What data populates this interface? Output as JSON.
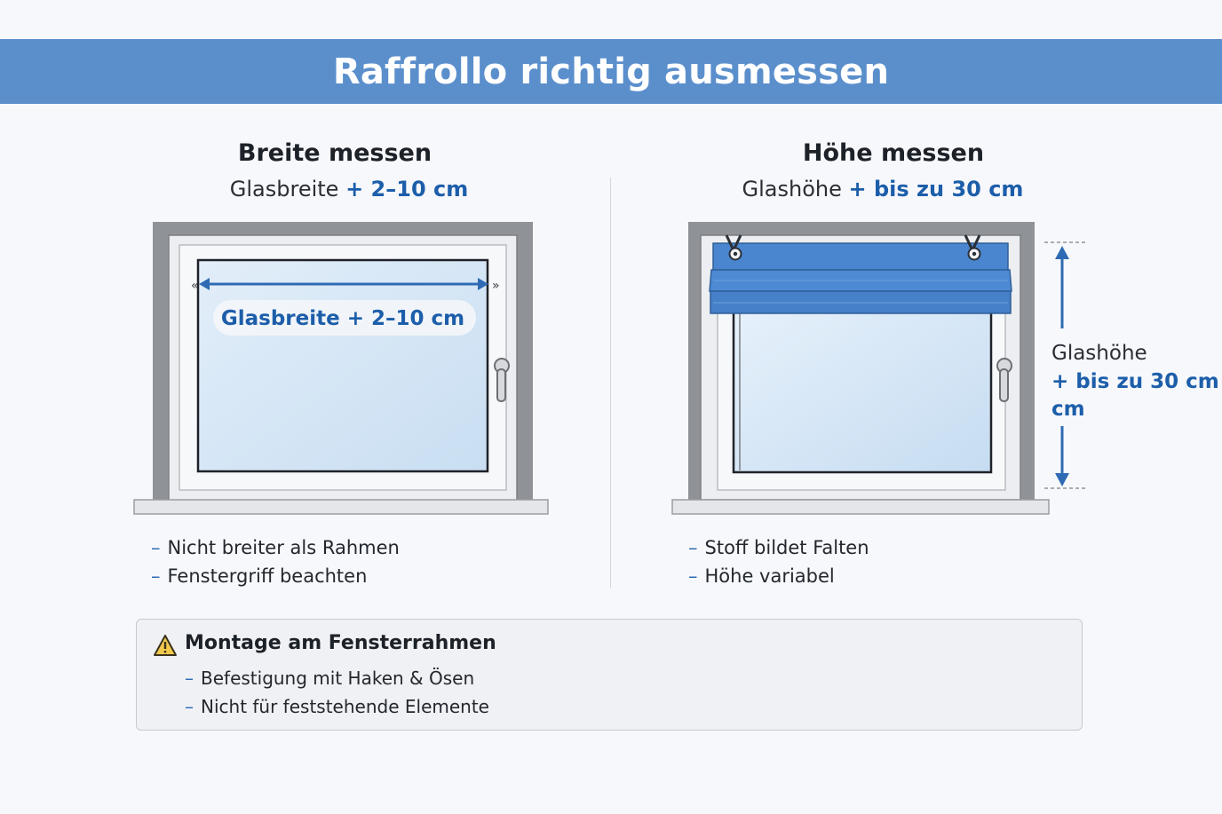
{
  "header": {
    "title": "Raffrollo richtig ausmessen"
  },
  "left": {
    "title": "Breite messen",
    "subtitle_plain": "Glasbreite",
    "subtitle_accent": "+ 2–10 cm",
    "diagram_label": "Glasbreite + 2–10 cm",
    "bullets": [
      "Nicht breiter als Rahmen",
      "Fenstergriff beachten"
    ]
  },
  "right": {
    "title": "Höhe messen",
    "subtitle_plain": "Glashöhe",
    "subtitle_accent": "+ bis zu 30 cm",
    "side_label_1": "Glashöhe",
    "side_label_2": "+ bis zu 30 cm",
    "side_label_3": "cm",
    "bullets": [
      "Stoff bildet Falten",
      "Höhe variabel"
    ]
  },
  "info": {
    "title": "Montage am Fensterrahmen",
    "icon": "warning-icon",
    "items": [
      "Befestigung mit Haken & Ösen",
      "Nicht für feststehende Elemente"
    ]
  },
  "colors": {
    "banner": "#5b8fcc",
    "accent": "#1d5eaa",
    "blind": "#4a86cf",
    "frame": "#8c8f94",
    "glass": "#d6e8f7"
  }
}
